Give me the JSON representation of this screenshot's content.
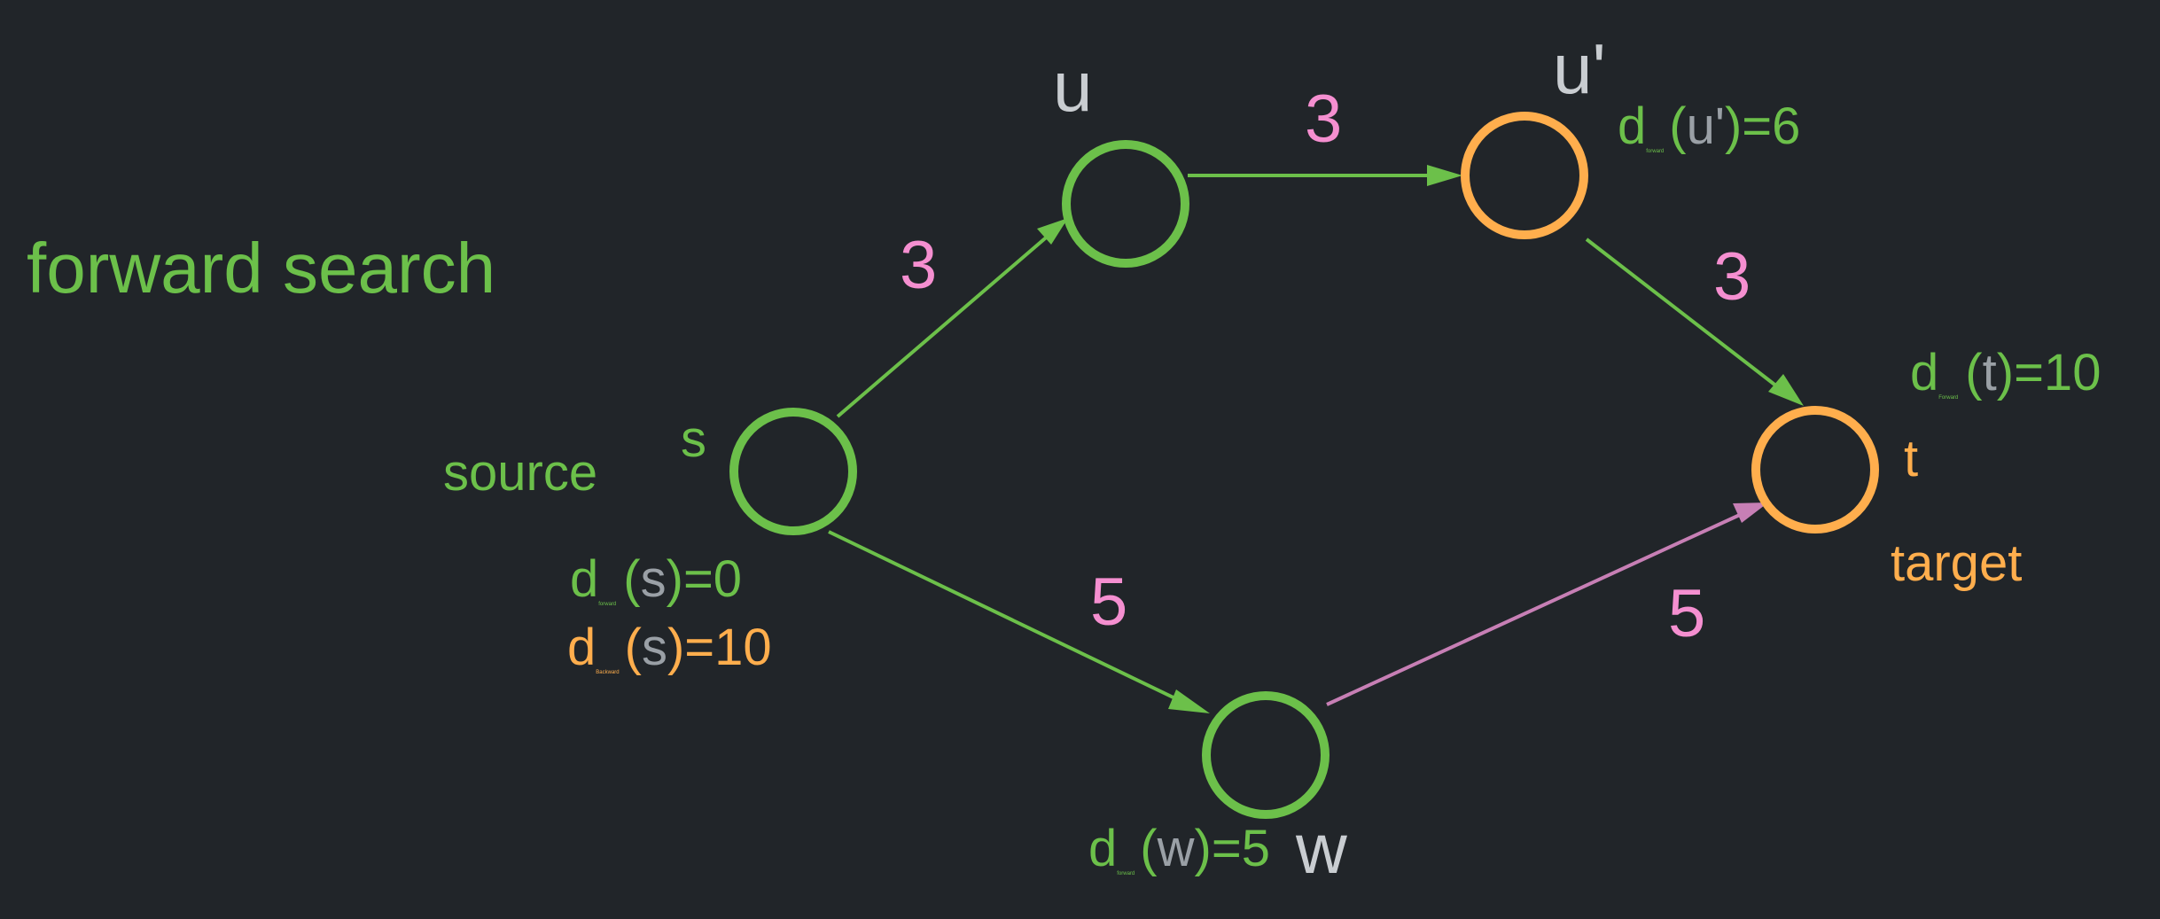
{
  "title": "forward search",
  "colors": {
    "background": "#212529",
    "forward": "#6cc04a",
    "backward": "#ffae4d",
    "weight": "#f58fd0",
    "node_label": "#c9cdd1",
    "highlight_edge": "#c77fb5"
  },
  "nodes": {
    "s": {
      "label": "s",
      "role_label": "source"
    },
    "u": {
      "label": "u"
    },
    "u_prime": {
      "label": "u'"
    },
    "w": {
      "label": "w"
    },
    "t": {
      "label": "t",
      "role_label": "target"
    }
  },
  "edges": {
    "s_u": {
      "weight": "3"
    },
    "u_uprime": {
      "weight": "3"
    },
    "uprime_t": {
      "weight": "3"
    },
    "s_w": {
      "weight": "5"
    },
    "w_t": {
      "weight": "5"
    }
  },
  "distances": {
    "s_forward": {
      "d": "d",
      "sub": "forward",
      "open": "(",
      "node": "s",
      "close": ")",
      "value": "=0"
    },
    "s_backward": {
      "d": "d",
      "sub": "Backward",
      "open": "(",
      "node": "s",
      "close": ")",
      "value": "=10"
    },
    "uprime_forward": {
      "d": "d",
      "sub": "forward",
      "open": "(",
      "node": "u'",
      "close": ")",
      "value": "=6"
    },
    "t_forward": {
      "d": "d",
      "sub": "Forward",
      "open": "(",
      "node": "t",
      "close": ")",
      "value": "=10"
    },
    "w_forward": {
      "d": "d",
      "sub": "forward",
      "open": "(",
      "node": "w",
      "close": ")",
      "value": "=5"
    }
  }
}
